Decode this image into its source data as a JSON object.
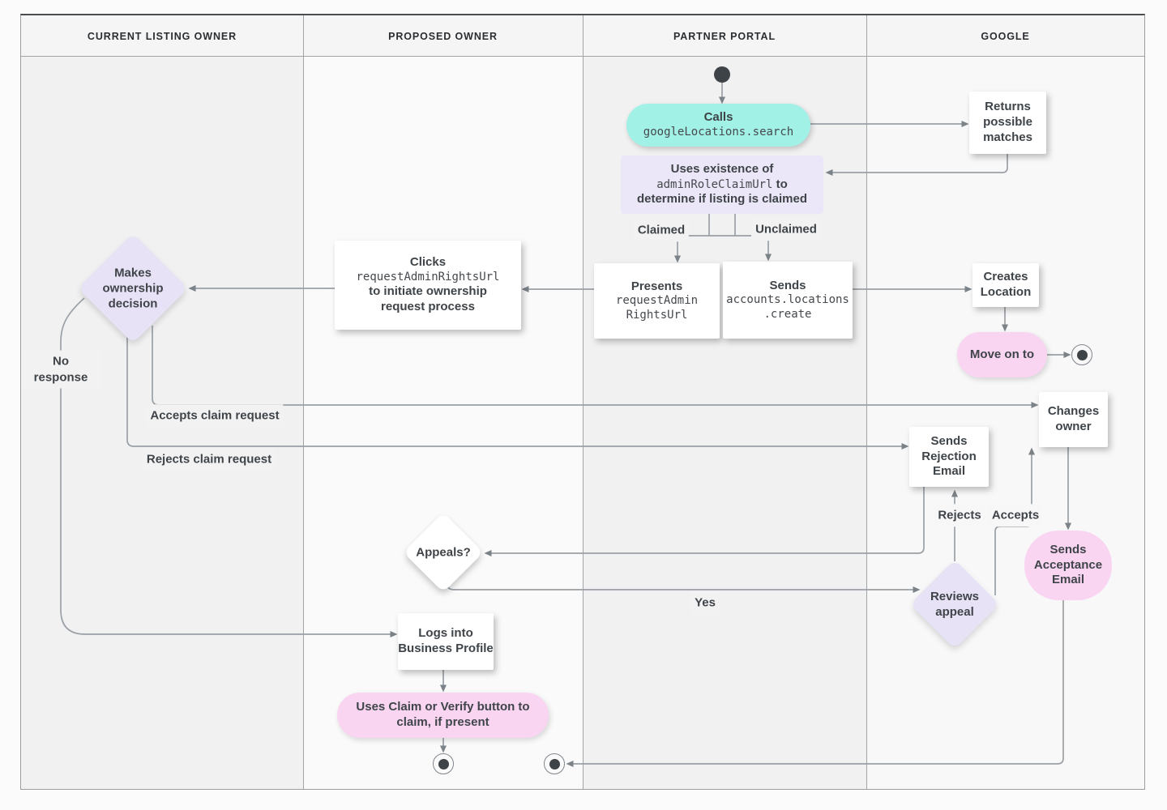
{
  "lanes": {
    "current_owner": "CURRENT LISTING OWNER",
    "proposed_owner": "PROPOSED OWNER",
    "partner_portal": "PARTNER PORTAL",
    "google": "GOOGLE"
  },
  "colors": {
    "teal": "#a2f1e6",
    "lavender": "#e8e2f6",
    "lavender_light": "#ece7f8",
    "pink": "#f9d5f2",
    "line": "#9aa0a6",
    "arrow": "#7b8288",
    "text": "#3f4449"
  },
  "nodes": {
    "calls_search": {
      "title": "Calls",
      "code": "googleLocations.search"
    },
    "returns_matches": {
      "label": "Returns possible matches"
    },
    "uses_existence": {
      "pre": "Uses existence of",
      "code": "adminRoleClaimUrl",
      "post": " to",
      "line3": "determine if listing is claimed"
    },
    "presents_url": {
      "title": "Presents",
      "code1": "requestAdmin",
      "code2": "RightsUrl"
    },
    "sends_create": {
      "title": "Sends",
      "code1": "accounts.locations",
      "code2": ".create"
    },
    "creates_location": {
      "label": "Creates Location"
    },
    "move_on": {
      "label": "Move on to"
    },
    "clicks_url": {
      "title": "Clicks",
      "code": "requestAdminRightsUrl",
      "line3": "to initiate ownership",
      "line4": "request process"
    },
    "ownership_decision": {
      "label": "Makes ownership decision"
    },
    "changes_owner": {
      "label": "Changes owner"
    },
    "rejection_email": {
      "label": "Sends Rejection Email"
    },
    "acceptance_email": {
      "label": "Sends Acceptance Email"
    },
    "appeals": {
      "label": "Appeals?"
    },
    "reviews_appeal": {
      "label": "Reviews appeal"
    },
    "logs_in": {
      "label": "Logs into Business Profile"
    },
    "claim_verify": {
      "label": "Uses Claim or Verify button to claim, if present"
    }
  },
  "edge_labels": {
    "claimed": "Claimed",
    "unclaimed": "Unclaimed",
    "no_response": "No response",
    "accepts_claim": "Accepts claim request",
    "rejects_claim": "Rejects claim request",
    "rejects": "Rejects",
    "accepts": "Accepts",
    "yes": "Yes"
  }
}
